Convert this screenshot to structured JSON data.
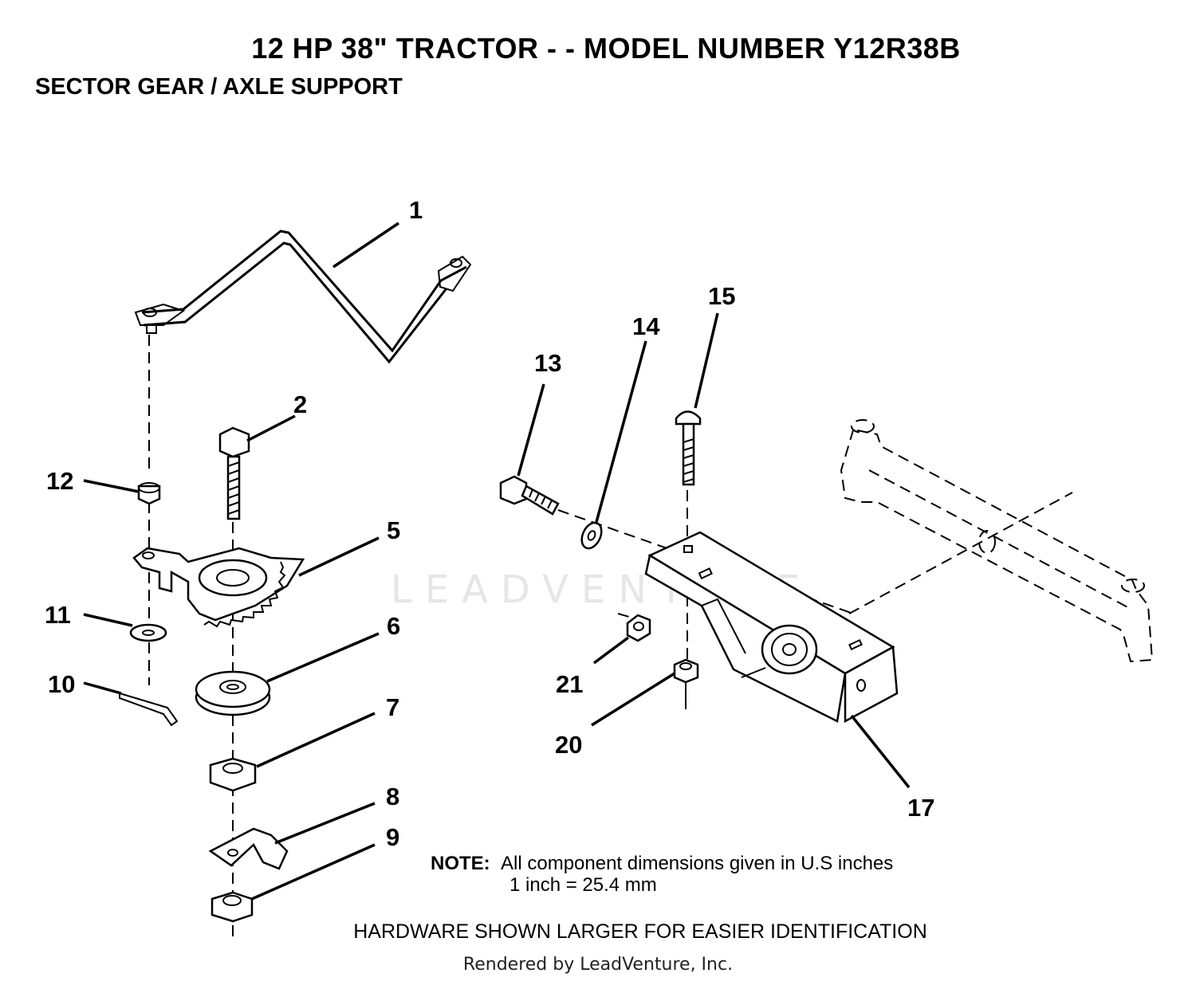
{
  "title": "12 HP 38\" TRACTOR - - MODEL NUMBER Y12R38B",
  "subtitle": "SECTOR GEAR / AXLE SUPPORT",
  "watermark": "LEADVENTURE",
  "callouts": [
    "1",
    "2",
    "5",
    "6",
    "7",
    "8",
    "9",
    "10",
    "11",
    "12",
    "13",
    "14",
    "15",
    "17",
    "20",
    "21"
  ],
  "note": {
    "label": "NOTE:",
    "line1": "All component dimensions given in U.S  inches",
    "line2": "1 inch = 25.4 mm"
  },
  "hardware_text": "HARDWARE SHOWN LARGER FOR EASIER IDENTIFICATION",
  "rendered_by": "Rendered by LeadVenture, Inc."
}
